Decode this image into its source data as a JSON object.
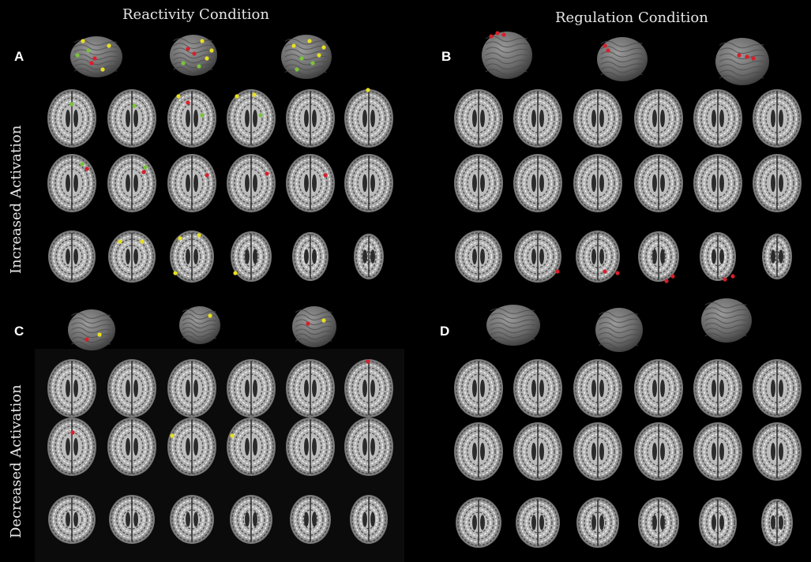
{
  "titles": {
    "left": "Reactivity Condition",
    "right": "Regulation Condition"
  },
  "row_labels": {
    "increased": "Increased Activation",
    "decreased": "Decreased Activation"
  },
  "panels": [
    {
      "letter": "A"
    },
    {
      "letter": "B"
    },
    {
      "letter": "C"
    },
    {
      "letter": "D"
    }
  ],
  "colors": {
    "background": "#000000",
    "marker_red": "#d61f2a",
    "marker_yellow": "#e8e020",
    "marker_green": "#7ac43a"
  }
}
